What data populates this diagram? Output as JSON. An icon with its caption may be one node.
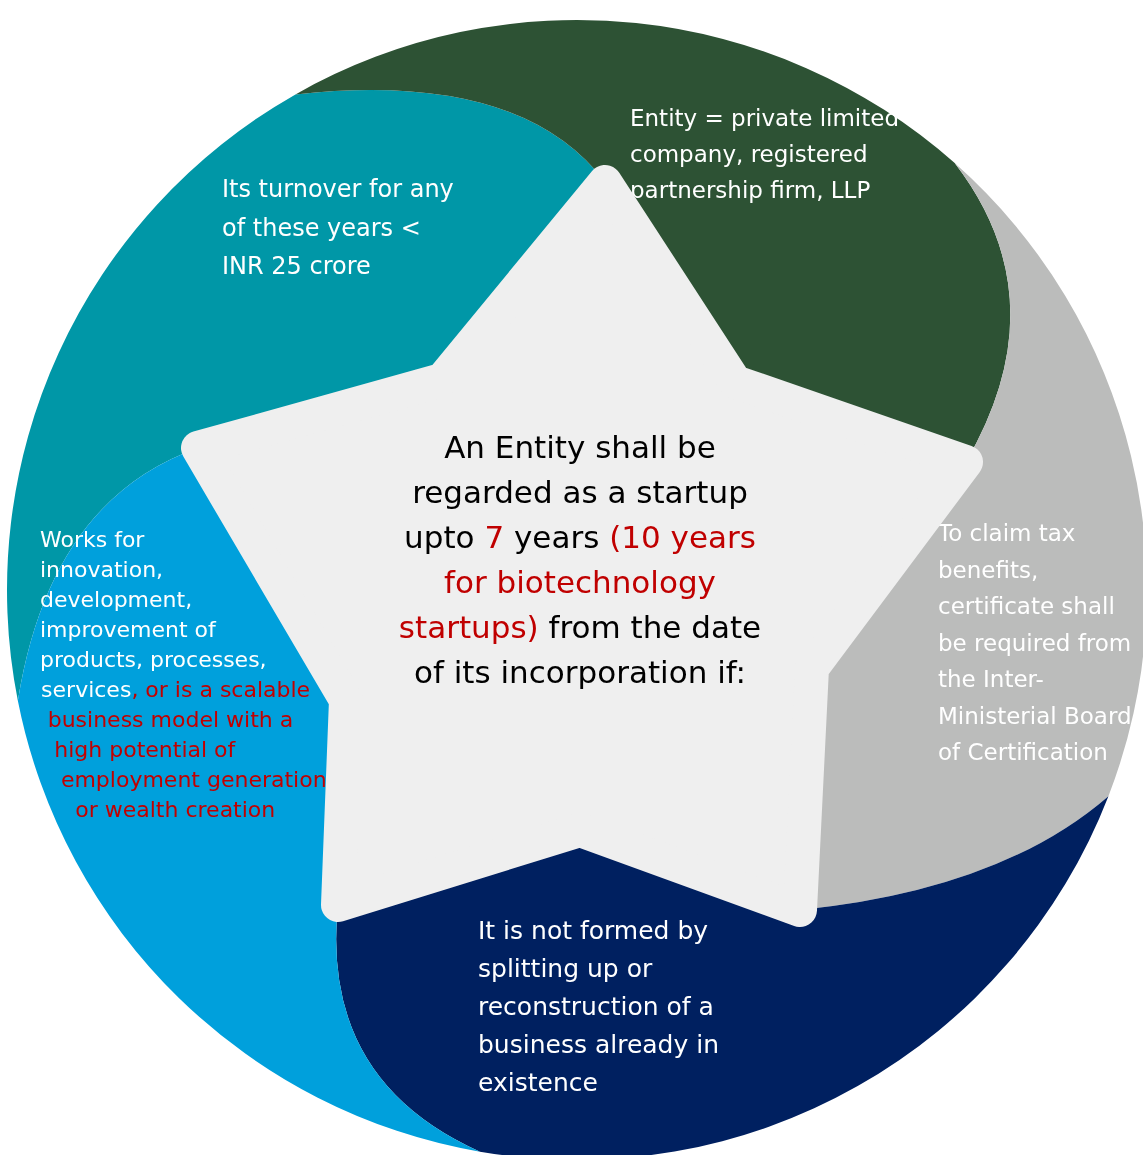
{
  "diagram": {
    "nodes": [
      {
        "text": [
          "An Entity shall be regarded as a startup upto **7** years **(10 years for biotechnology startups)** from the date of its incorporation if:"
        ]
      },
      {
        "text": [
          "Its turnover for any of these years < INR 25 crore"
        ]
      },
      {
        "text": [
          "Entity = private limited company, registered partnership firm, LLP"
        ]
      },
      {
        "text": [
          "To claim tax benefits, certificate shall be required from the Inter-Ministerial Board of Certification"
        ]
      },
      {
        "text": [
          "It is not formed by splitting up or reconstruction of a business already in existence"
        ]
      },
      {
        "text": [
          "Works for innovation, development, improvement of products, processes, services**, or is a scalable business model with a high potential of employment generation or wealth creation**"
        ]
      }
    ]
  }
}
